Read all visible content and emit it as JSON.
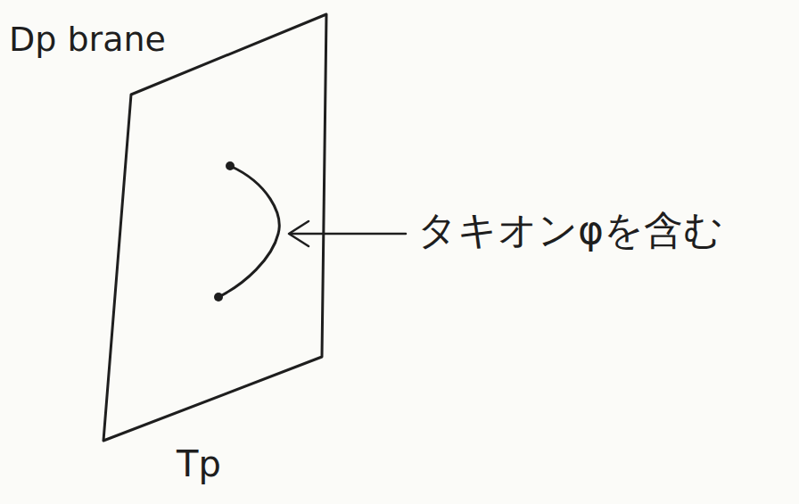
{
  "diagram": {
    "nodes": [
      {
        "text": [
          "Dp brane",
          "Tp"
        ]
      }
    ],
    "labels": [
      "タキオンφを含む"
    ]
  }
}
